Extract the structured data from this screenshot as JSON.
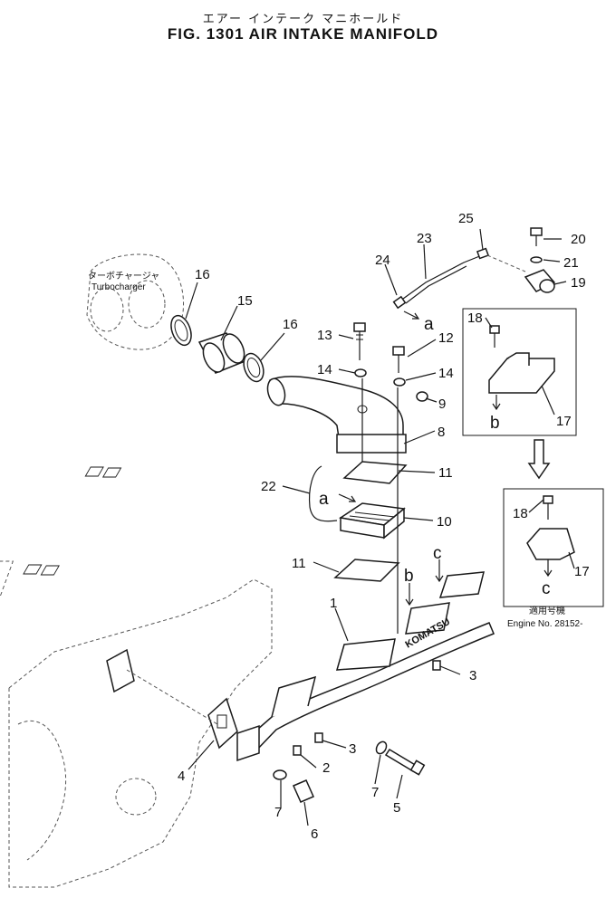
{
  "figure": {
    "title_jp": "エアー インテーク マニホールド",
    "title_en": "FIG. 1301  AIR INTAKE MANIFOLD"
  },
  "labels": {
    "turbocharger_jp": "ターボチャージャ",
    "turbocharger_en": "Turbocharger",
    "applicable_jp": "適用号機",
    "engine_no": "Engine No. 28152-",
    "brand_mark": "KOMATSU"
  },
  "callouts": {
    "p1": "1",
    "p2": "2",
    "p3a": "3",
    "p3b": "3",
    "p4": "4",
    "p5": "5",
    "p6": "6",
    "p7a": "7",
    "p7b": "7",
    "p8": "8",
    "p9": "9",
    "p10": "10",
    "p11a": "11",
    "p11b": "11",
    "p12": "12",
    "p13": "13",
    "p14a": "14",
    "p14b": "14",
    "p15": "15",
    "p16a": "16",
    "p16b": "16",
    "p17a": "17",
    "p17b": "17",
    "p18a": "18",
    "p18b": "18",
    "p19": "19",
    "p20": "20",
    "p21": "21",
    "p22": "22",
    "p23": "23",
    "p24": "24",
    "p25": "25"
  },
  "connectors": {
    "a1": "a",
    "a2": "a",
    "b1": "b",
    "b2": "b",
    "c1": "c",
    "c2": "c"
  }
}
